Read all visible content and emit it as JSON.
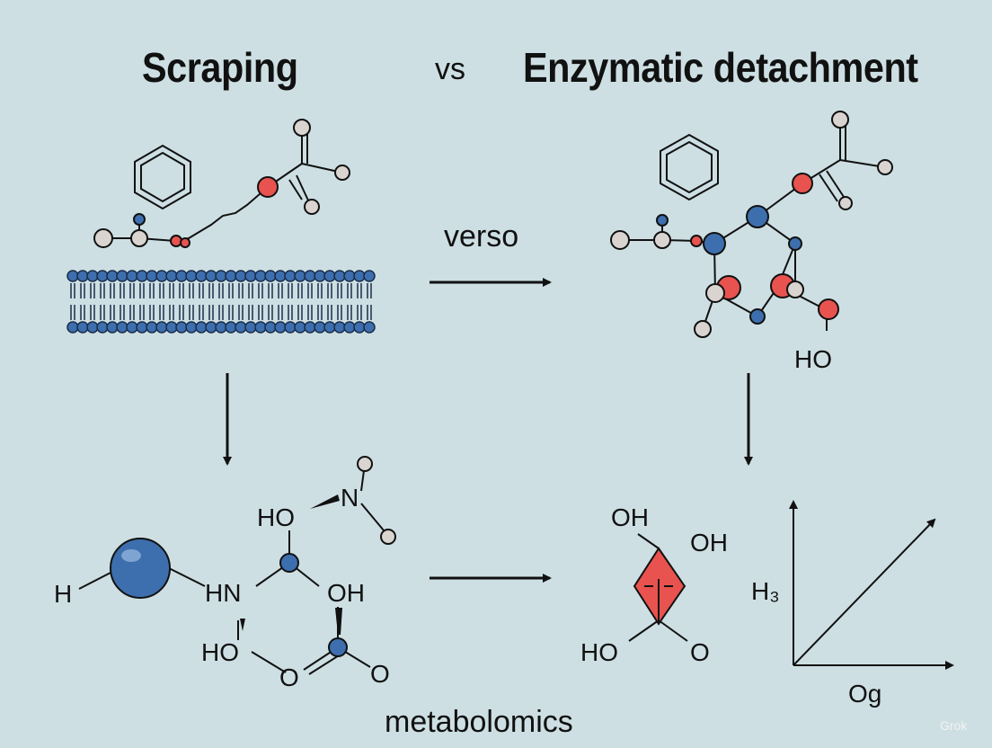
{
  "labels": {
    "left_title": "Scraping",
    "vs": "vs",
    "right_title": "Enzymatic detachment",
    "verso": "verso",
    "bottom": "metabolomics"
  },
  "atoms": {
    "ho_right": "HO",
    "ho_top": "HO",
    "n_atom": "N",
    "h_atom": "H",
    "hn_atom": "HN",
    "oh_mid": "OH",
    "ho_bottom": "HO",
    "o_bottom1": "O",
    "o_bottom2": "O",
    "oh_right1": "OH",
    "oh_right2": "OH",
    "ho_right_bottom": "HO",
    "o_right_bottom": "O"
  },
  "graph": {
    "y_label": "H₃",
    "x_label": "Og"
  },
  "watermark": "Grok",
  "colors": {
    "background": "#cddfe3",
    "blue_atom": "#3d6fae",
    "red_atom": "#e8534f",
    "grey_atom": "#d9d4cf",
    "stroke": "#111111"
  }
}
